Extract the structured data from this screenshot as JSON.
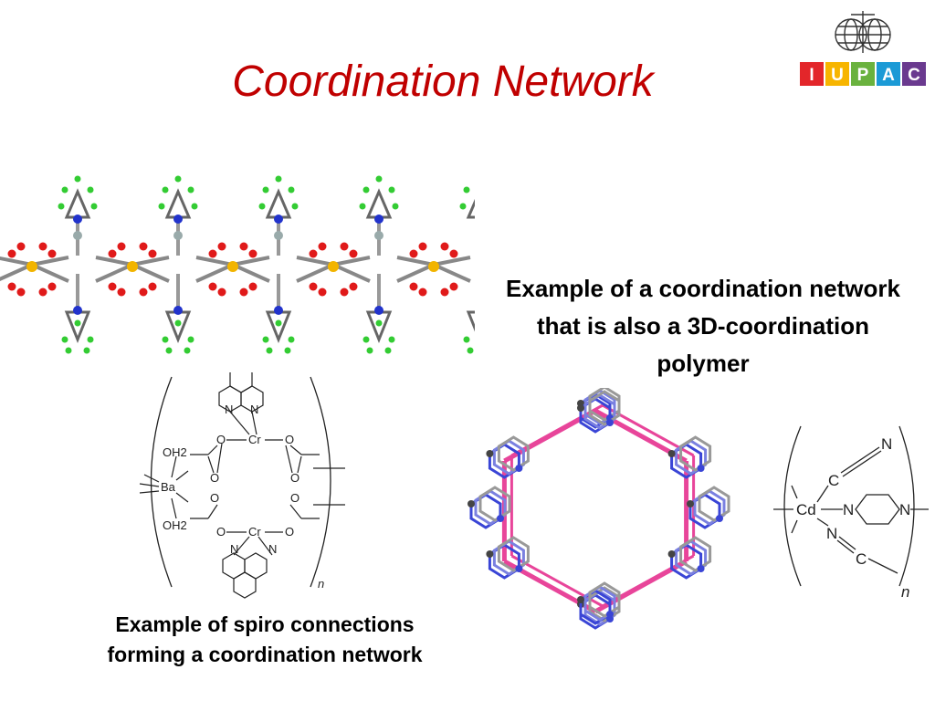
{
  "slide": {
    "title": "Coordination Network",
    "caption_right": "Example of a coordination network that is also a 3D-coordination polymer",
    "caption_left_line1": "Example of spiro connections",
    "caption_left_line2": "forming a coordination network"
  },
  "logo": {
    "letters": [
      "I",
      "U",
      "P",
      "A",
      "C"
    ],
    "colors": [
      "#e3262a",
      "#f7b500",
      "#6ab23e",
      "#1b9ad6",
      "#6a3a8f"
    ]
  },
  "structure_left": {
    "labels": {
      "oh2_top": "OH2",
      "oh2_bottom": "OH2",
      "barium": "Ba",
      "chromium_top": "Cr",
      "chromium_bottom": "Cr",
      "oxygen": "O",
      "nitrogen": "N",
      "repeat": "n"
    }
  },
  "structure_right": {
    "labels": {
      "cadmium": "Cd",
      "nitrogen": "N",
      "carbon": "C",
      "repeat": "n"
    }
  }
}
